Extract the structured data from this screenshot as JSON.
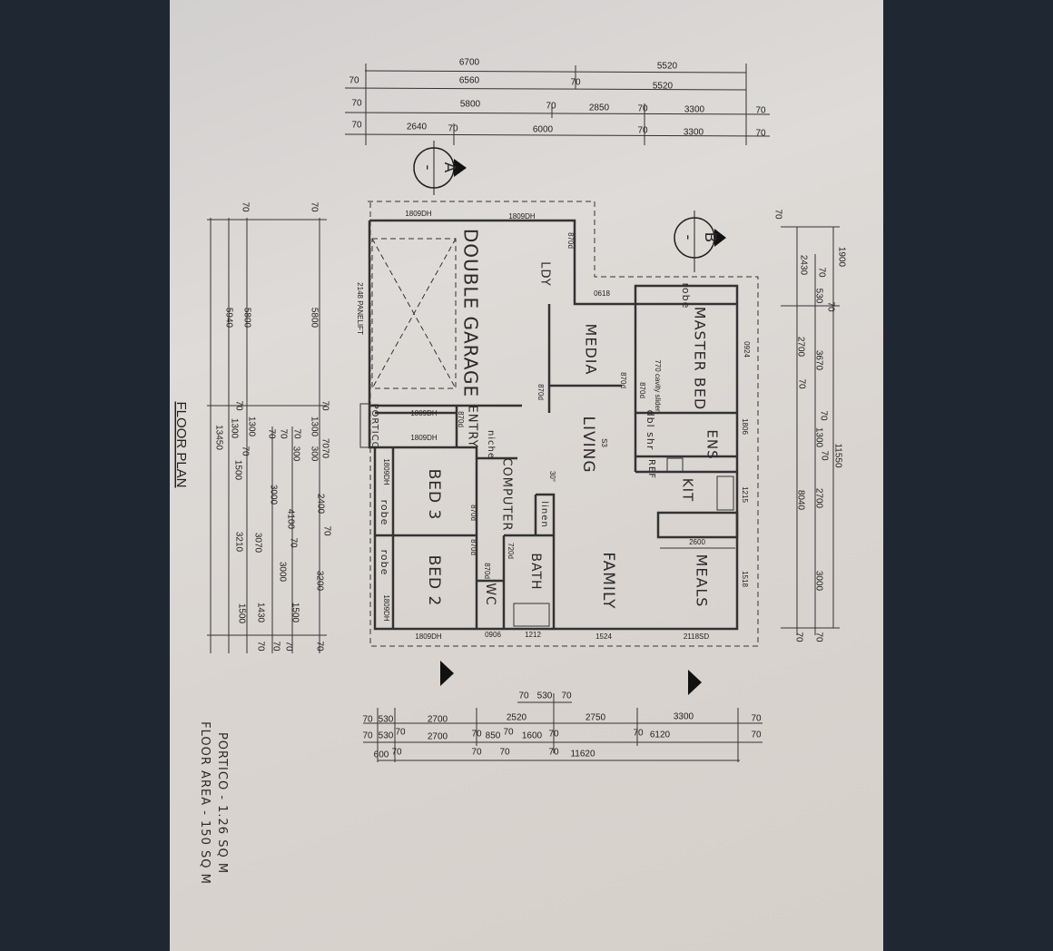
{
  "title": "FLOOR PLAN",
  "notes": [
    "FLOOR AREA - 150 SQ M",
    "PORTICO - 1.26 SQ M"
  ],
  "section_markers": [
    {
      "letter": "A",
      "sub": "-"
    },
    {
      "letter": "B",
      "sub": "-"
    }
  ],
  "rooms": {
    "garage": "DOUBLE GARAGE",
    "laundry": "LDY",
    "media": "MEDIA",
    "master": "MASTER BED",
    "living": "LIVING",
    "ensuite": "ENS",
    "shower": "dbl shr",
    "fridge": "REF",
    "kitchen": "KIT",
    "computer": "COMPUTER",
    "linen": "linen",
    "bed3": "BED 3",
    "bed2": "BED 2",
    "bath": "BATH",
    "wc": "WC",
    "family": "FAMILY",
    "meals": "MEALS",
    "robe1": "robe",
    "robe2": "robe",
    "robe3": "robe",
    "entry": "ENTRY",
    "portico": "PORTICO",
    "niche": "niche"
  },
  "openings": [
    "1809DH",
    "1809DH",
    "870d",
    "0618",
    "870d",
    "870d",
    "870d",
    "1809DH",
    "870d",
    "1809DH",
    "1809DH",
    "870d",
    "870d",
    "720d",
    "870d",
    "1809DH",
    "1809DH",
    "0906",
    "1212",
    "1524",
    "2118SD",
    "0924",
    "1806",
    "1215",
    "1518",
    "2148 PANELIFT",
    "770 cavity slider",
    "2600",
    "30°",
    "S3"
  ],
  "dimensions": {
    "top": [
      "6700",
      "5520",
      "70",
      "6560",
      "70",
      "5520",
      "70",
      "5800",
      "70",
      "2850",
      "70",
      "3300",
      "70",
      "70",
      "2640",
      "70",
      "6000",
      "70",
      "3300",
      "70"
    ],
    "bottom": [
      "70",
      "530",
      "70",
      "70",
      "530",
      "2700",
      "2520",
      "2750",
      "3300",
      "70",
      "70",
      "530",
      "70",
      "2700",
      "70",
      "850",
      "70",
      "1600",
      "70",
      "70",
      "6120",
      "70",
      "600",
      "70",
      "70",
      "70",
      "70",
      "11620"
    ],
    "left": [
      "70",
      "5800",
      "70",
      "1300",
      "7070",
      "300",
      "2400",
      "70",
      "3200",
      "70",
      "70",
      "70",
      "300",
      "4100",
      "70",
      "3000",
      "1500",
      "70",
      "70",
      "3000",
      "3070",
      "1430",
      "70",
      "70",
      "5800",
      "1300",
      "70",
      "1500",
      "3210",
      "1500",
      "70",
      "5940",
      "70",
      "1300",
      "13450"
    ],
    "right": [
      "70",
      "1900",
      "2430",
      "70",
      "530",
      "70",
      "2700",
      "3670",
      "70",
      "70",
      "1300",
      "70",
      "11550",
      "8040",
      "2700",
      "3000",
      "70",
      "70"
    ]
  }
}
